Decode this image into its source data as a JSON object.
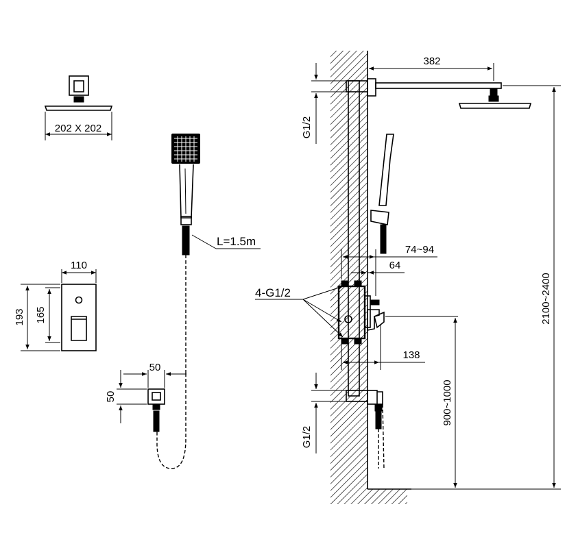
{
  "labels": {
    "head_size": "202 X 202",
    "hose_length": "L=1.5m",
    "valve_width": "110",
    "valve_height_outer": "193",
    "valve_height_inner": "165",
    "elbow_width": "50",
    "elbow_height": "50",
    "arm_length": "382",
    "thread_top": "G1/2",
    "thread_bottom": "G1/2",
    "connections": "4-G1/2",
    "depth_range": "74~94",
    "depth_fixed": "64",
    "handle_projection": "138",
    "valve_height_range": "900~1000",
    "head_height_range": "2100~2400"
  },
  "colors": {
    "line": "#000000",
    "background": "#ffffff"
  }
}
